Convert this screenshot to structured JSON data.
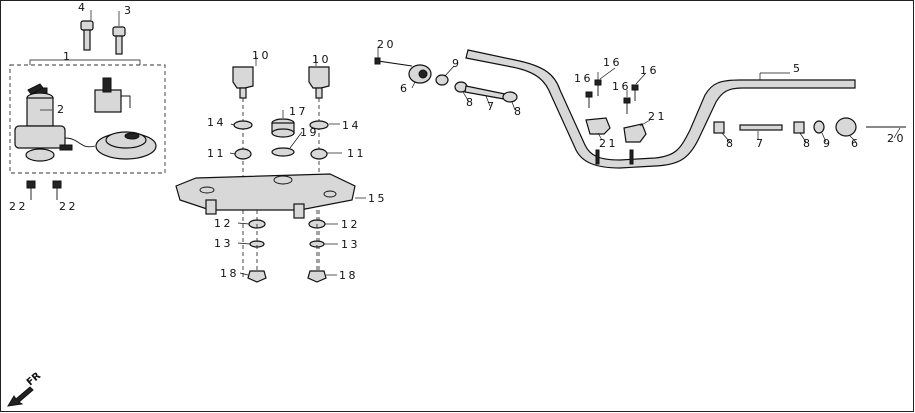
{
  "diagram": {
    "callouts": [
      {
        "id": "c4",
        "text": "4"
      },
      {
        "id": "c3",
        "text": "3"
      },
      {
        "id": "c1",
        "text": "1"
      },
      {
        "id": "c2",
        "text": "2"
      },
      {
        "id": "c22a",
        "text": "22"
      },
      {
        "id": "c22b",
        "text": "22"
      },
      {
        "id": "c10a",
        "text": "10"
      },
      {
        "id": "c10b",
        "text": "10"
      },
      {
        "id": "c14a",
        "text": "14"
      },
      {
        "id": "c14b",
        "text": "14"
      },
      {
        "id": "c17",
        "text": "17"
      },
      {
        "id": "c19",
        "text": "19"
      },
      {
        "id": "c11a",
        "text": "11"
      },
      {
        "id": "c11b",
        "text": "11"
      },
      {
        "id": "c15",
        "text": "15"
      },
      {
        "id": "c12a",
        "text": "12"
      },
      {
        "id": "c12b",
        "text": "12"
      },
      {
        "id": "c13a",
        "text": "13"
      },
      {
        "id": "c13b",
        "text": "13"
      },
      {
        "id": "c18a",
        "text": "18"
      },
      {
        "id": "c18b",
        "text": "18"
      },
      {
        "id": "c20a",
        "text": "20"
      },
      {
        "id": "c9a",
        "text": "9"
      },
      {
        "id": "c6a",
        "text": "6"
      },
      {
        "id": "c8a",
        "text": "8"
      },
      {
        "id": "c7a",
        "text": "7"
      },
      {
        "id": "c8b",
        "text": "8"
      },
      {
        "id": "c5",
        "text": "5"
      },
      {
        "id": "c16a",
        "text": "16"
      },
      {
        "id": "c16b",
        "text": "16"
      },
      {
        "id": "c16c",
        "text": "16"
      },
      {
        "id": "c16d",
        "text": "16"
      },
      {
        "id": "c21a",
        "text": "21"
      },
      {
        "id": "c21b",
        "text": "21"
      },
      {
        "id": "c8c",
        "text": "8"
      },
      {
        "id": "c7b",
        "text": "7"
      },
      {
        "id": "c8d",
        "text": "8"
      },
      {
        "id": "c9b",
        "text": "9"
      },
      {
        "id": "c6b",
        "text": "6"
      },
      {
        "id": "c20b",
        "text": "20"
      }
    ],
    "direction_label": "FR"
  }
}
